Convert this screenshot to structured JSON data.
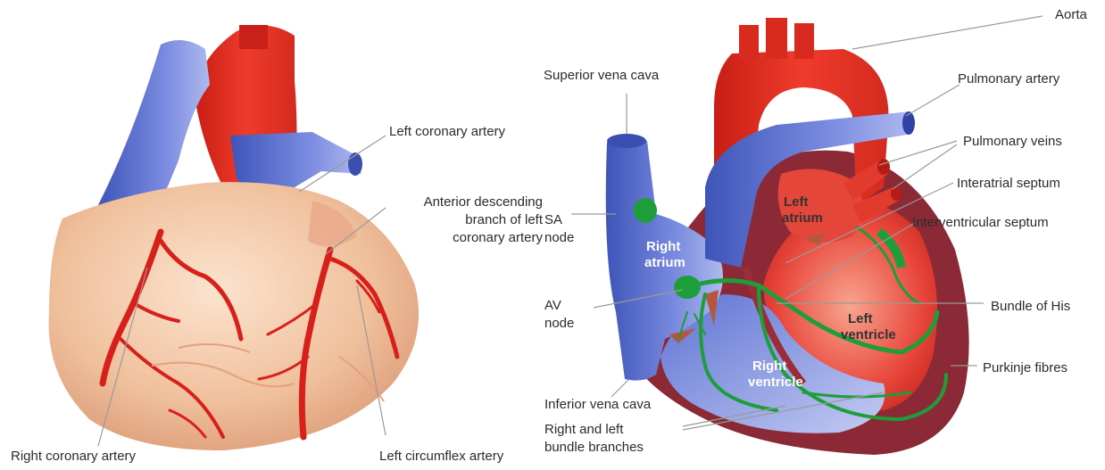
{
  "left_diagram": {
    "labels": {
      "left_coronary_artery": "Left coronary artery",
      "anterior_descending_1": "Anterior descending",
      "anterior_descending_2": "branch of left",
      "anterior_descending_3": "coronary artery",
      "right_coronary_artery": "Right coronary artery",
      "left_circumflex_artery": "Left circumflex artery"
    }
  },
  "right_diagram": {
    "labels": {
      "aorta": "Aorta",
      "superior_vena_cava": "Superior vena cava",
      "pulmonary_artery": "Pulmonary artery",
      "pulmonary_veins": "Pulmonary veins",
      "interatrial_septum": "Interatrial septum",
      "interventricular_septum": "Interventricular septum",
      "sa_node_1": "SA",
      "sa_node_2": "node",
      "av_node_1": "AV",
      "av_node_2": "node",
      "bundle_of_his": "Bundle of His",
      "purkinje_fibres": "Purkinje fibres",
      "inferior_vena_cava": "Inferior vena cava",
      "bundle_branches_1": "Right and left",
      "bundle_branches_2": "bundle branches"
    },
    "inner_labels": {
      "left_atrium_1": "Left",
      "left_atrium_2": "atrium",
      "right_atrium_1": "Right",
      "right_atrium_2": "atrium",
      "left_ventricle_1": "Left",
      "left_ventricle_2": "ventricle",
      "right_ventricle_1": "Right",
      "right_ventricle_2": "ventricle"
    }
  },
  "colors": {
    "vein_blue": "#5b6fd0",
    "artery_red": "#d9261c",
    "heart_peach": "#f1c3a0",
    "conduction_green": "#1e9e3a",
    "myocardium_maroon": "#8b2a36"
  }
}
